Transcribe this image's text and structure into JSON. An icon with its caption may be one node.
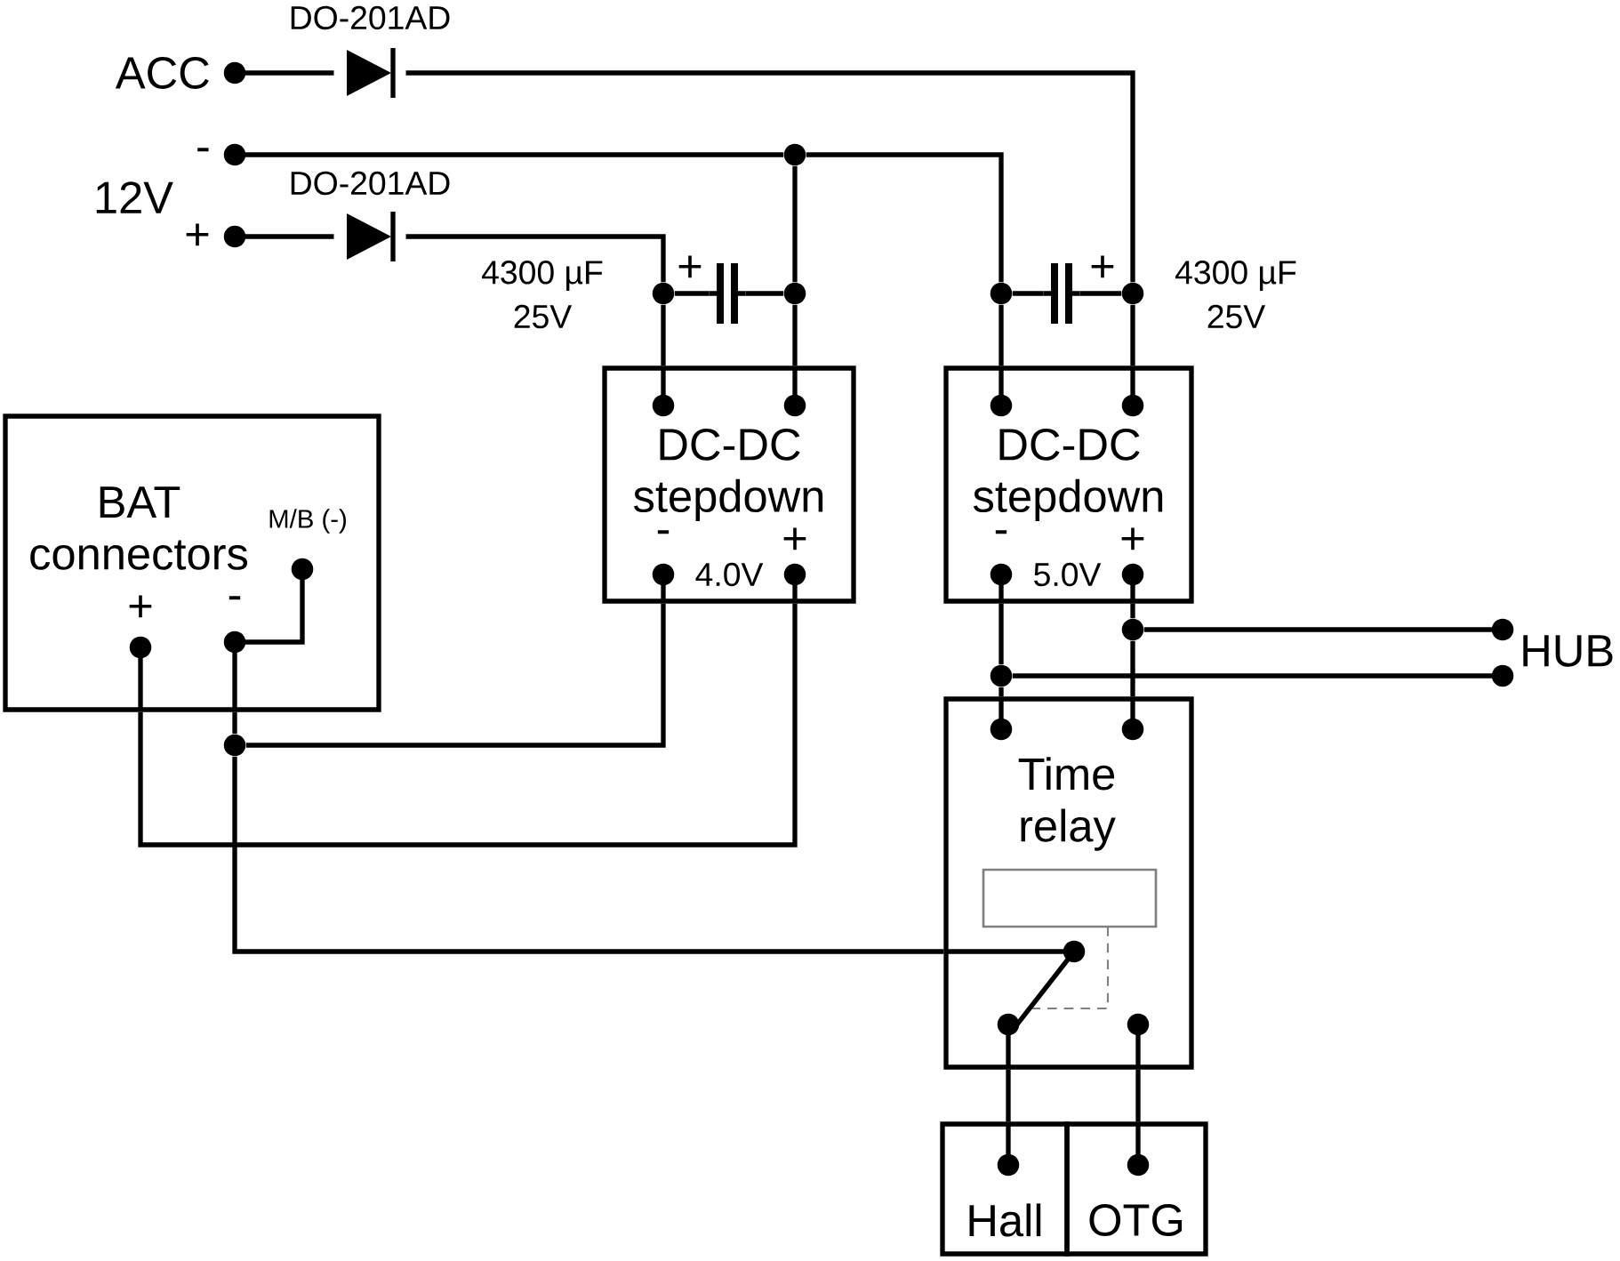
{
  "diagram": {
    "nodes": [
      {
        "text": [
          "ACC"
        ]
      },
      {
        "text": [
          "-"
        ]
      },
      {
        "text": [
          "+"
        ]
      },
      {
        "text": [],
        "shape": "diode",
        "beside": [
          "DO-201AD"
        ]
      },
      {
        "text": [],
        "shape": "diode",
        "beside": [
          "DO-201AD"
        ]
      },
      {
        "text": [],
        "shape": "capacitor",
        "beside": [
          "+",
          "4300 µF",
          "25V"
        ]
      },
      {
        "text": [],
        "shape": "capacitor",
        "beside": [
          "+",
          "4300 µF",
          "25V"
        ]
      },
      {
        "text": [
          "DC-DC stepdown",
          "-",
          "4.0V",
          "+"
        ]
      },
      {
        "text": [
          "DC-DC stepdown",
          "-",
          "5.0V",
          "+"
        ]
      },
      {
        "text": [
          "BAT connectors",
          "M/B (-)",
          "+",
          "-"
        ]
      },
      {
        "text": [
          "Time relay"
        ]
      },
      {
        "text": [
          "Hall"
        ]
      },
      {
        "text": [
          "OTG"
        ]
      },
      {
        "text": [
          "HUB"
        ]
      },
      {
        "text": [],
        "shape": "circle"
      },
      {
        "text": [],
        "shape": "circle"
      },
      {
        "text": [],
        "shape": "circle"
      },
      {
        "text": [],
        "shape": "circle"
      },
      {
        "text": [],
        "shape": "circle"
      },
      {
        "text": [],
        "shape": "circle"
      },
      {
        "text": [],
        "shape": "circle"
      },
      {
        "text": [],
        "shape": "circle"
      }
    ],
    "edges": [
      {
        "from": 0,
        "to": 3,
        "arrow": "none"
      },
      {
        "from": 3,
        "to": 18,
        "arrow": "none"
      },
      {
        "from": 1,
        "to": 14,
        "arrow": "none"
      },
      {
        "from": 14,
        "to": 16,
        "arrow": "none"
      },
      {
        "from": 14,
        "to": 17,
        "arrow": "none"
      },
      {
        "from": 2,
        "to": 4,
        "arrow": "none"
      },
      {
        "from": 4,
        "to": 15,
        "arrow": "none"
      },
      {
        "from": 15,
        "to": 5,
        "arrow": "none"
      },
      {
        "from": 5,
        "to": 16,
        "arrow": "none"
      },
      {
        "from": 15,
        "to": 7,
        "arrow": "none"
      },
      {
        "from": 16,
        "to": 7,
        "arrow": "none"
      },
      {
        "from": 17,
        "to": 6,
        "arrow": "none"
      },
      {
        "from": 6,
        "to": 18,
        "arrow": "none"
      },
      {
        "from": 17,
        "to": 8,
        "arrow": "none"
      },
      {
        "from": 18,
        "to": 8,
        "arrow": "none"
      },
      {
        "from": 7,
        "to": 21,
        "arrow": "none"
      },
      {
        "from": 9,
        "to": 21,
        "arrow": "none"
      },
      {
        "from": 21,
        "to": 10,
        "arrow": "none"
      },
      {
        "from": 7,
        "to": 9,
        "arrow": "none"
      },
      {
        "from": 8,
        "to": 19,
        "arrow": "none"
      },
      {
        "from": 19,
        "to": 13,
        "arrow": "none"
      },
      {
        "from": 19,
        "to": 10,
        "arrow": "none"
      },
      {
        "from": 8,
        "to": 20,
        "arrow": "none"
      },
      {
        "from": 20,
        "to": 13,
        "arrow": "none"
      },
      {
        "from": 20,
        "to": 10,
        "arrow": "none"
      },
      {
        "from": 10,
        "to": 11,
        "arrow": "none"
      },
      {
        "from": 10,
        "to": 12,
        "arrow": "none"
      }
    ],
    "labels": [
      "12V"
    ]
  }
}
